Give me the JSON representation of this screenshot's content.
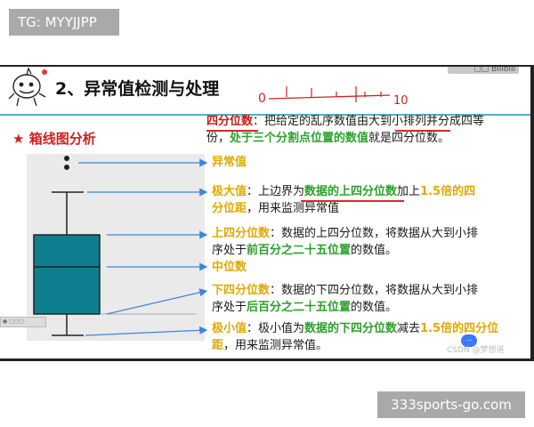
{
  "overlay": {
    "top_tag": "TG: MYYJJPP",
    "bottom_tag": "333sports-go.com"
  },
  "slide": {
    "title": "2、异常值检测与处理",
    "section_title": "箱线图分析",
    "section_icon": "star-icon",
    "watermark": "CSDN @梦想道",
    "logo_text": "",
    "definition": {
      "term": "四分位数",
      "part1": "：把给定的乱序数值由大到小排列并分成四等",
      "part2": "份，",
      "emph": "处于三个分割点位置的数值",
      "part3": "就是四分位数。"
    },
    "labels": {
      "outlier": {
        "term": "异常值"
      },
      "maximum": {
        "term": "极大值",
        "t1": "：上边界为",
        "e1": "数据的上四分位数",
        "t2": "加上",
        "e2": "1.5倍的四",
        "e3": "分位距",
        "t3": "，用来监测异常值"
      },
      "upper_quartile": {
        "term": "上四分位数",
        "t1": "：数据的上四分位数，将数据从大到小排",
        "t2": "序处于",
        "e1": "前百分之二十五位置",
        "t3": "的数值。"
      },
      "median": {
        "term": "中位数"
      },
      "lower_quartile": {
        "term": "下四分位数",
        "t1": "：数据的下四分位数，将数据从大到小排",
        "t2": "序处于",
        "e1": "后百分之二十五位置",
        "t3": "的数值。"
      },
      "minimum": {
        "term": "极小值",
        "t1": "：极小值为",
        "e1": "数据的下四分位数",
        "t2": "减去",
        "e2": "1.5倍的四分位",
        "e3": "距",
        "t3": "，用来监测异常值。"
      }
    },
    "handwriting": {
      "left": "0",
      "right": "10"
    }
  },
  "colors": {
    "accent": "#4ab3c7",
    "box_fill": "#0f7f8f",
    "arrow": "#3d86d6",
    "gold": "#e0a800",
    "green": "#2ba02b",
    "red": "#c41a1a"
  }
}
